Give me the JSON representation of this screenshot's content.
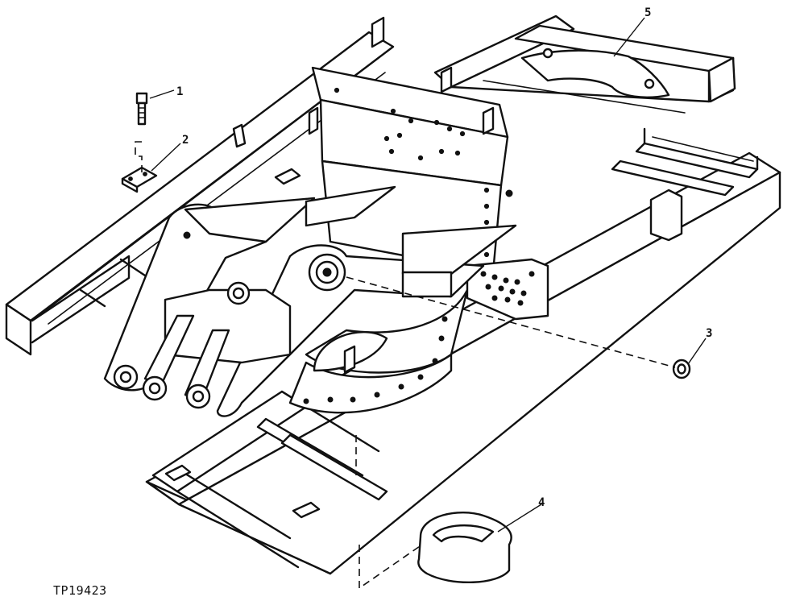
{
  "figure_id": "TP19423",
  "callouts": [
    {
      "id": "c1",
      "label": "1"
    },
    {
      "id": "c2",
      "label": "2"
    },
    {
      "id": "c3",
      "label": "3"
    },
    {
      "id": "c4",
      "label": "4"
    },
    {
      "id": "c5",
      "label": "5"
    }
  ]
}
